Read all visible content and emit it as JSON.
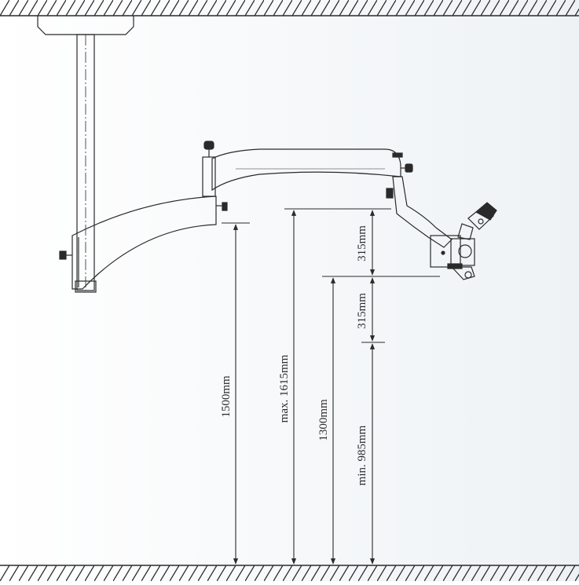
{
  "dimensions": {
    "d1500": "1500mm",
    "max1615": "max. 1615mm",
    "d1300": "1300mm",
    "d315_upper": "315mm",
    "d315_lower": "315mm",
    "min985": "min. 985mm"
  },
  "colors": {
    "line": "#2a2a2a",
    "background_left": "#ffffff",
    "background_right": "#eef2f5"
  }
}
